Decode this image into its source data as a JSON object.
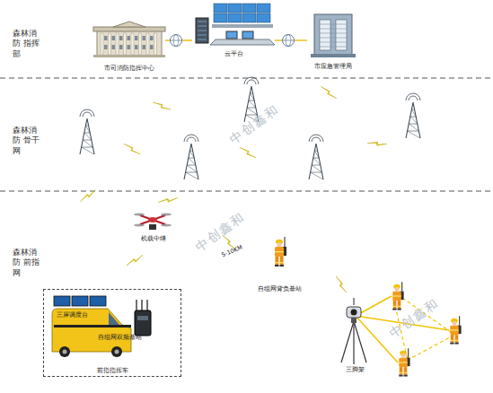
{
  "diagram": {
    "nodes": [
      {
        "text": [
          "市司消防指挥中心"
        ]
      },
      {
        "text": [
          "云平台"
        ]
      },
      {
        "text": [
          "市应急管理局"
        ]
      },
      {
        "text": [
          "机载中继"
        ]
      },
      {
        "text": [
          "自组网背负基站"
        ]
      },
      {
        "text": [
          "前指指挥车"
        ]
      },
      {
        "text": [
          "三屏调度台"
        ],
        "in": 5
      },
      {
        "text": [
          "自组网双频基站"
        ],
        "in": 5
      },
      {
        "text": [
          "三脚架"
        ]
      }
    ],
    "edges": [
      {
        "from": 0,
        "to": 1,
        "arrow": "none"
      },
      {
        "from": 1,
        "to": 2,
        "arrow": "none"
      }
    ],
    "labels": [
      "森林消防 指挥部",
      "森林消防 骨干网",
      "森林消防 前指网",
      "5-10KM",
      "中创鑫和",
      "中创鑫和",
      "中创鑫和"
    ]
  }
}
